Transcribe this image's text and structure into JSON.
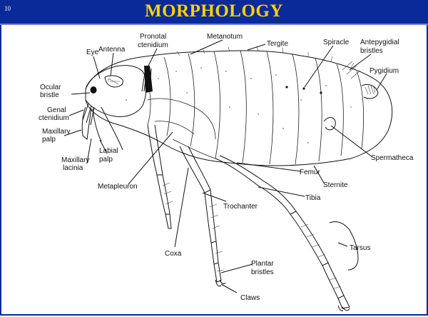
{
  "slide": {
    "number": "10",
    "title": "MORPHOLOGY"
  },
  "labels": {
    "eye": "Eye",
    "antenna": "Antenna",
    "pronotal_ctenidium_1": "Pronotal",
    "pronotal_ctenidium_2": "ctenidium",
    "metanotum": "Metanotum",
    "tergite": "Tergite",
    "spiracle": "Spiracle",
    "antepygidial_1": "Antepygidial",
    "antepygidial_2": "bristles",
    "pygidium": "Pygidium",
    "ocular_bristle_1": "Ocular",
    "ocular_bristle_2": "bristle",
    "genal_ctenidium_1": "Genal",
    "genal_ctenidium_2": "ctenidium",
    "maxillary_palp_1": "Maxillary",
    "maxillary_palp_2": "palp",
    "maxillary_lacinia_1": "Maxillary",
    "maxillary_lacinia_2": "lacinia",
    "labial_palp_1": "Labial",
    "labial_palp_2": "palp",
    "metapleuron": "Metapleuron",
    "spermatheca": "Spermatheca",
    "femur": "Femur",
    "sternite": "Sternite",
    "tibia": "Tibia",
    "trochanter": "Trochanter",
    "tarsus": "Tarsus",
    "coxa": "Coxa",
    "plantar_bristles_1": "Plantar",
    "plantar_bristles_2": "bristles",
    "claws": "Claws"
  }
}
